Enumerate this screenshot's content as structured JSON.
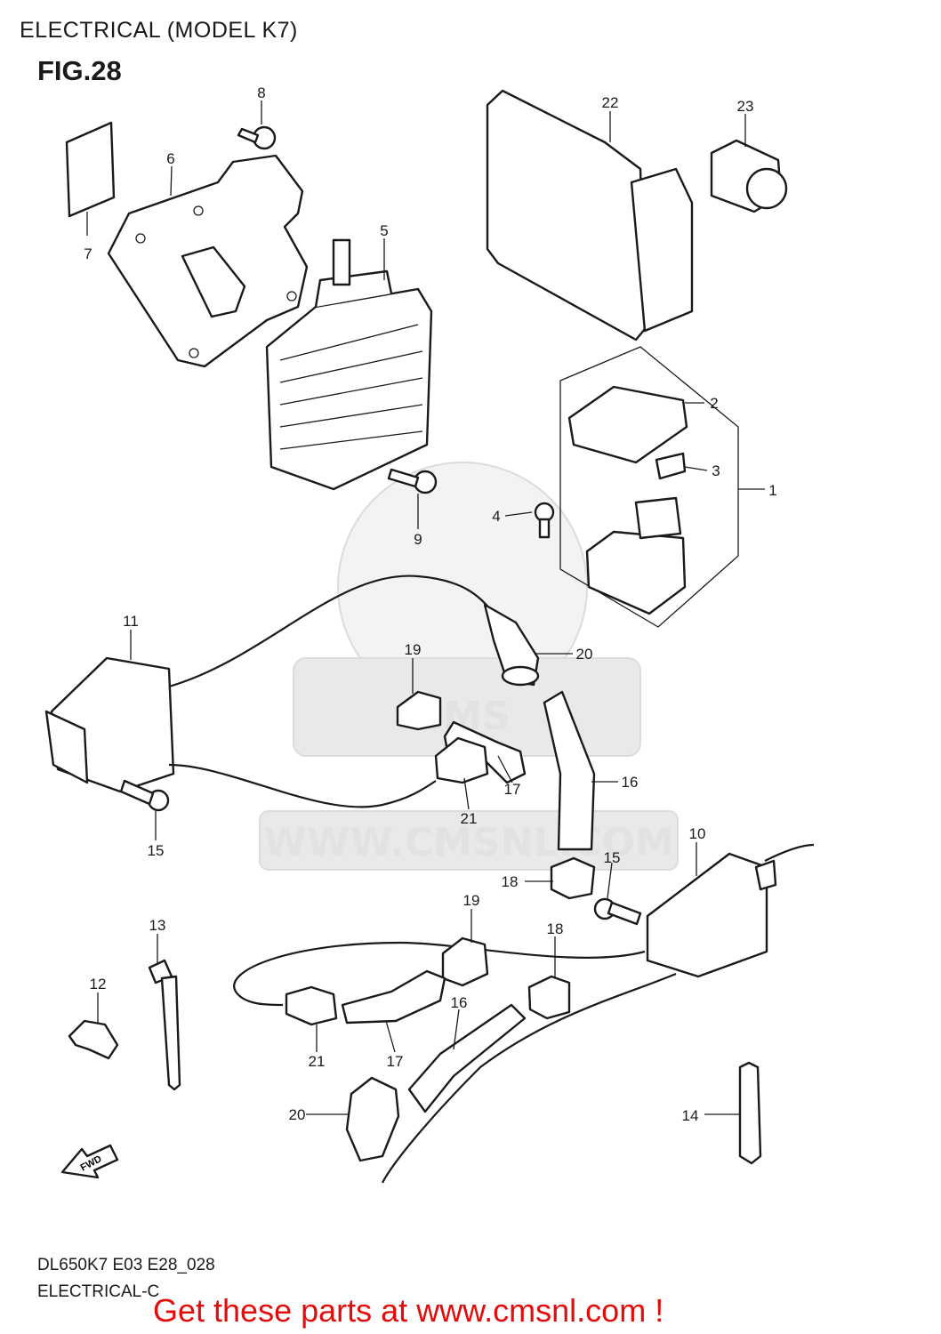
{
  "header": {
    "section_title": "ELECTRICAL (MODEL K7)",
    "figure_label": "FIG.28"
  },
  "watermark": {
    "url": "WWW.CMSNL.COM",
    "logo_text": "CMS"
  },
  "diagram_code": {
    "line1": "DL650K7 E03 E28_028",
    "line2": "ELECTRICAL-C"
  },
  "call_to_action": "Get these parts at www.cmsnl.com !",
  "fwd_arrow_label": "FWD",
  "callouts": [
    "1",
    "2",
    "3",
    "4",
    "5",
    "6",
    "7",
    "8",
    "9",
    "10",
    "11",
    "12",
    "13",
    "14",
    "15",
    "15",
    "16",
    "16",
    "17",
    "17",
    "18",
    "18",
    "19",
    "19",
    "20",
    "20",
    "21",
    "21",
    "22",
    "23"
  ]
}
